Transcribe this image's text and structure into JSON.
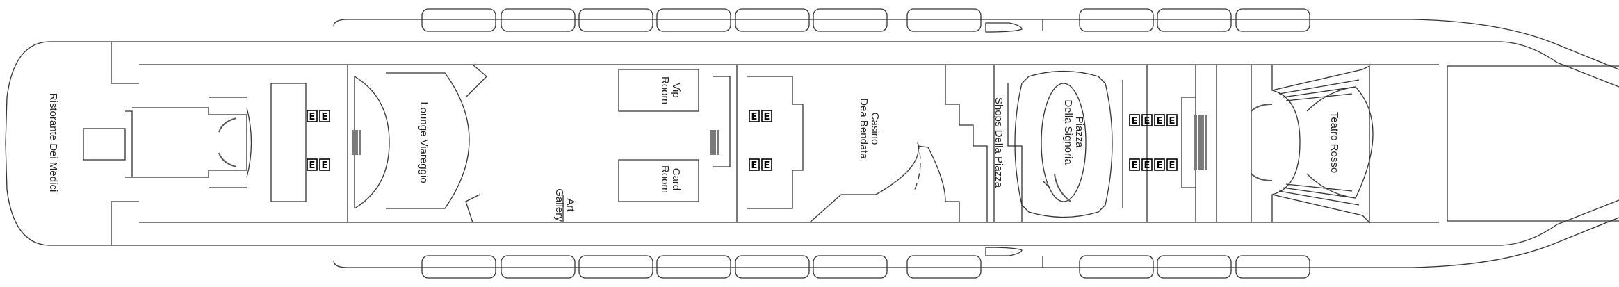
{
  "deck_plan": {
    "venues": [
      {
        "id": "ristorante",
        "label": "Ristorante Dei Medici"
      },
      {
        "id": "lounge",
        "label": "Lounge Viareggio"
      },
      {
        "id": "vip",
        "label_lines": [
          "Vip",
          "Room"
        ]
      },
      {
        "id": "card",
        "label_lines": [
          "Card",
          "Room"
        ]
      },
      {
        "id": "art",
        "label_lines": [
          "Art",
          "Gallery"
        ]
      },
      {
        "id": "casino",
        "label_lines": [
          "Casino",
          "Dea Bendata"
        ]
      },
      {
        "id": "shops",
        "label": "Shops Della Piazza"
      },
      {
        "id": "piazza",
        "label_lines": [
          "Piazza",
          "Della Signoria"
        ]
      },
      {
        "id": "teatro",
        "label": "Teatro Rosso"
      }
    ],
    "elevator_symbol": "E",
    "colors": {
      "line": "#333333",
      "stair": "#7a7a7a",
      "background": "#ffffff"
    }
  }
}
